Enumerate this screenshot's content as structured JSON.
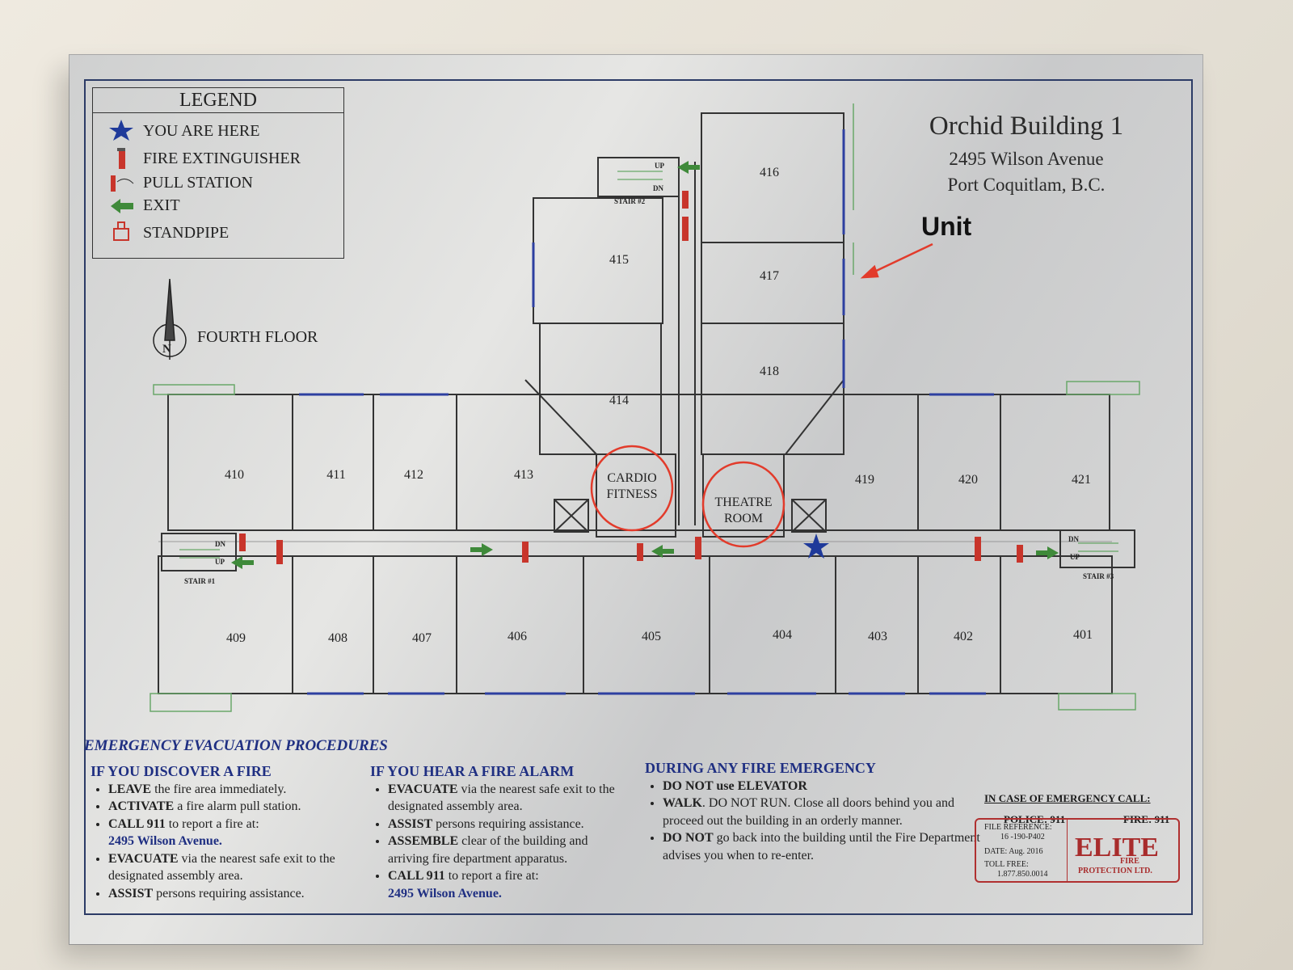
{
  "header": {
    "building": "Orchid Building 1",
    "address_line1": "2495 Wilson Avenue",
    "address_line2": "Port Coquitlam, B.C.",
    "floor": "FOURTH FLOOR",
    "annotation": "Unit"
  },
  "legend": {
    "title": "LEGEND",
    "items": [
      {
        "label": "YOU ARE HERE",
        "icon": "star-icon"
      },
      {
        "label": "FIRE EXTINGUISHER",
        "icon": "fire-extinguisher-icon"
      },
      {
        "label": "PULL STATION",
        "icon": "pull-station-icon"
      },
      {
        "label": "EXIT",
        "icon": "exit-arrow-icon"
      },
      {
        "label": "STANDPIPE",
        "icon": "standpipe-icon"
      }
    ]
  },
  "compass": {
    "letter": "N"
  },
  "rooms": {
    "r401": "401",
    "r402": "402",
    "r403": "403",
    "r404": "404",
    "r405": "405",
    "r406": "406",
    "r407": "407",
    "r408": "408",
    "r409": "409",
    "r410": "410",
    "r411": "411",
    "r412": "412",
    "r413": "413",
    "r414": "414",
    "r415": "415",
    "r416": "416",
    "r417": "417",
    "r418": "418",
    "r419": "419",
    "r420": "420",
    "r421": "421",
    "cardio_1": "CARDIO",
    "cardio_2": "FITNESS",
    "theatre_1": "THEATRE",
    "theatre_2": "ROOM"
  },
  "stairs": {
    "stair1": "STAIR #1",
    "stair2": "STAIR #2",
    "stair3": "STAIR #3",
    "up": "UP",
    "dn": "DN"
  },
  "procedures": {
    "title": "EMERGENCY EVACUATION  PROCEDURES",
    "col1": {
      "heading": "IF YOU DISCOVER A FIRE",
      "items": [
        {
          "bold": "LEAVE",
          "text": " the fire area immediately."
        },
        {
          "bold": "ACTIVATE",
          "text": " a fire alarm pull station."
        },
        {
          "bold": "CALL 911",
          "text": " to report a fire at:",
          "extra": "2495 Wilson Avenue."
        },
        {
          "bold": "EVACUATE",
          "text": " via the nearest safe exit to the designated assembly area."
        },
        {
          "bold": "ASSIST",
          "text": " persons requiring assistance."
        }
      ]
    },
    "col2": {
      "heading": "IF YOU HEAR A FIRE ALARM",
      "items": [
        {
          "bold": "EVACUATE",
          "text": " via the nearest safe exit to the designated assembly area."
        },
        {
          "bold": "ASSIST",
          "text": " persons requiring assistance."
        },
        {
          "bold": "ASSEMBLE",
          "text": " clear of the building and arriving fire department apparatus."
        },
        {
          "bold": "CALL 911",
          "text": " to report a fire at:",
          "extra": "2495 Wilson Avenue."
        }
      ]
    },
    "col3": {
      "heading": "DURING ANY FIRE EMERGENCY",
      "items": [
        {
          "bold": "DO NOT use ELEVATOR",
          "text": ""
        },
        {
          "bold": "WALK",
          "text": ". DO NOT RUN. Close all doors behind you and proceed out the building in an orderly manner."
        },
        {
          "bold": "DO NOT",
          "text": " go back into the building until the Fire Department advises you when to re-enter."
        }
      ]
    }
  },
  "emergency": {
    "heading": "IN CASE OF EMERGENCY CALL:",
    "police": "POLICE:  911",
    "fire": "FIRE:  911"
  },
  "reference": {
    "file_label": "FILE REFERENCE:",
    "file_value": "16 -190-P402",
    "date": "DATE:  Aug. 2016",
    "toll_label": "TOLL FREE:",
    "toll_value": "1.877.850.0014",
    "company": "ELITE",
    "company_sub1": "FIRE",
    "company_sub2": "PROTECTION LTD."
  },
  "colors": {
    "wall_line": "#333333",
    "window_blue": "#2d3fa0",
    "balcony_green": "#6aa86a",
    "exit_green": "#3f8a3a",
    "extinguisher_red": "#c8352b",
    "highlight_red": "#e23b2b",
    "star_blue": "#1f3a9a",
    "text_blue": "#1f2f82"
  }
}
